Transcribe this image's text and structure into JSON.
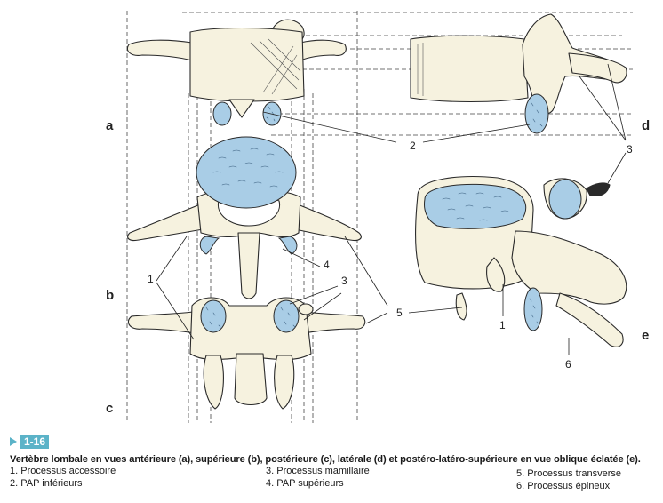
{
  "figure": {
    "views": [
      "a",
      "b",
      "c",
      "d",
      "e"
    ],
    "numbers": [
      "1",
      "2",
      "3",
      "4",
      "5",
      "6"
    ],
    "colors": {
      "bone": "#f6f2df",
      "articular_surface": "#a9cde6",
      "figure_tag": "#5bb3c8"
    }
  },
  "caption": {
    "figure_number": "1-16",
    "title": "Vertèbre lombale en vues antérieure (a), supérieure (b), postérieure (c), latérale (d) et postéro-latéro-supérieure en vue oblique éclatée (e).",
    "legend": [
      "1. Processus accessoire",
      "2. PAP inférieurs",
      "3. Processus mamillaire",
      "4. PAP supérieurs",
      "5. Processus transverse",
      "6. Processus épineux"
    ]
  }
}
